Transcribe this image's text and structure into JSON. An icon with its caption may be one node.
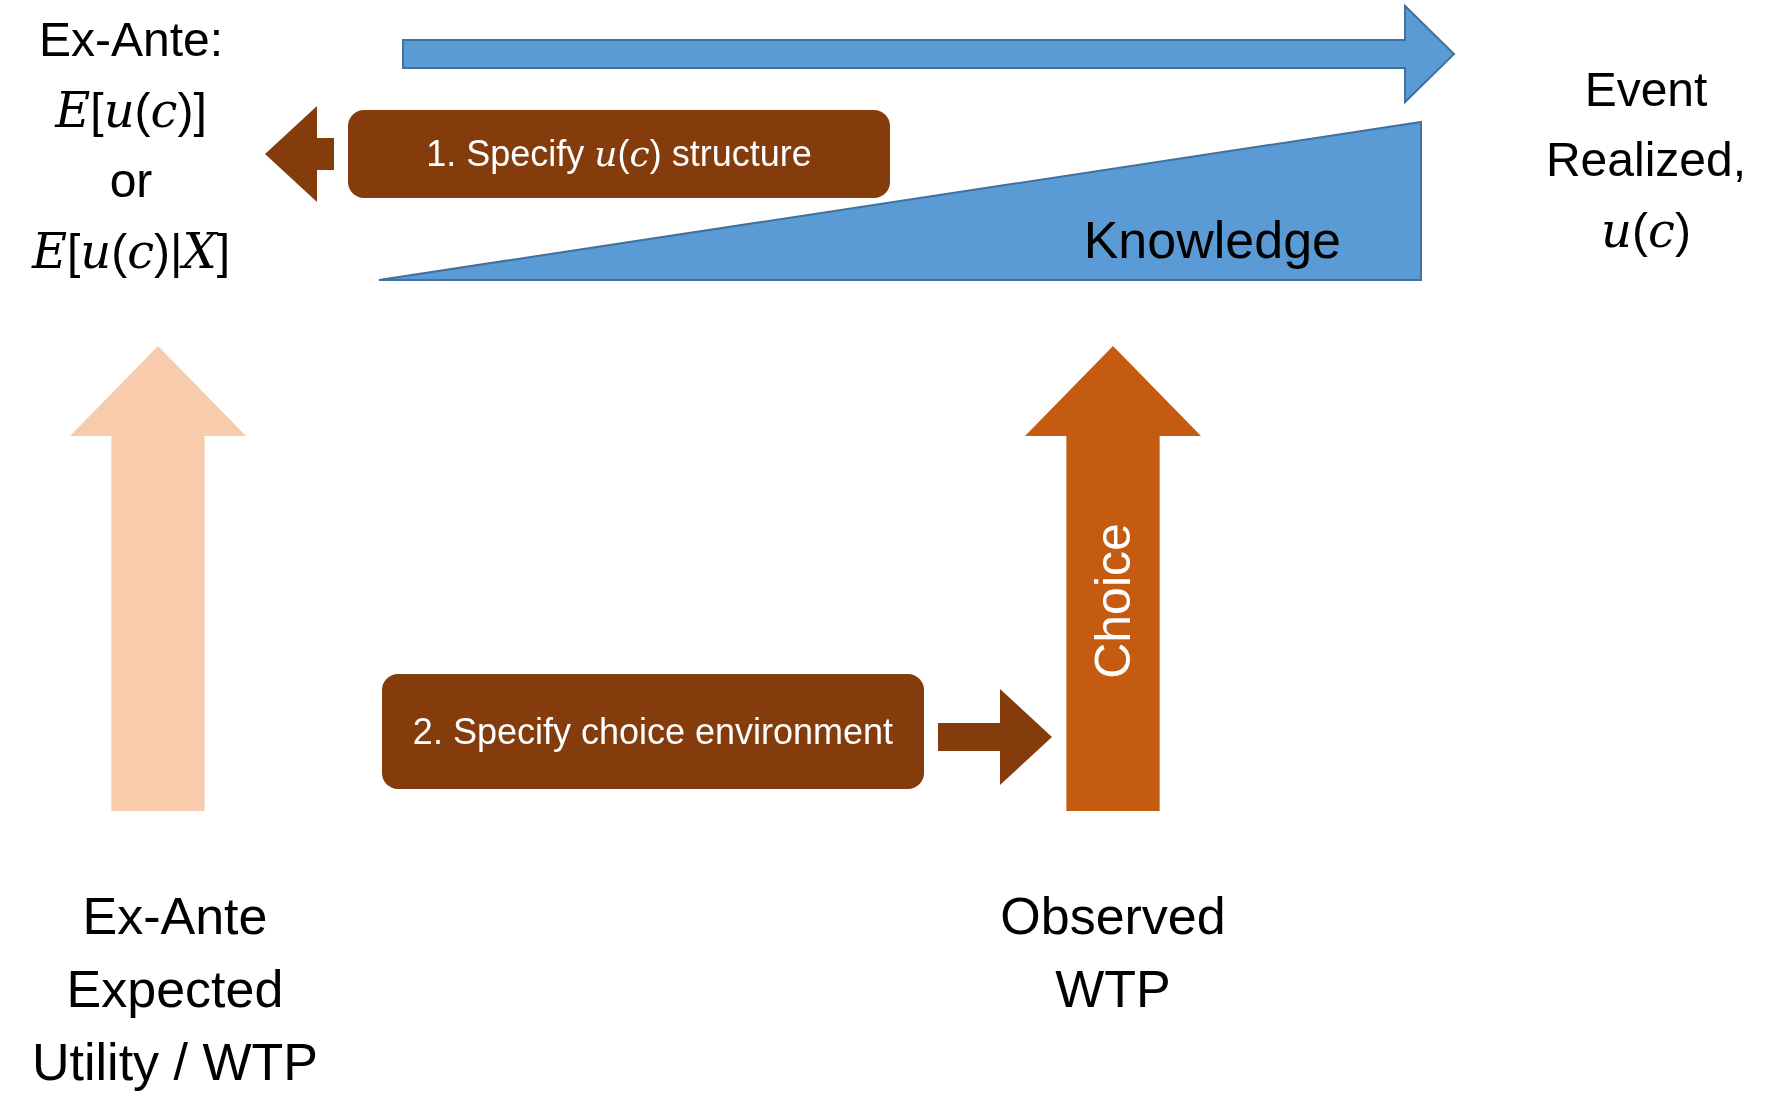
{
  "diagram": {
    "nodes": [
      {
        "text": [
          "Ex-Ante: *E*[*u*(*c*)] or *E*[*u*(*c*)|*X*]"
        ]
      },
      {
        "text": [
          "1. Specify *u*(*c*) structure"
        ]
      },
      {
        "text": [
          "Knowledge"
        ]
      },
      {
        "text": [
          "Event Realized, *u*(*c*)"
        ]
      },
      {
        "text": [],
        "shape": "arrow"
      },
      {
        "text": [
          "Choice"
        ]
      },
      {
        "text": [
          "2. Specify choice environment"
        ]
      }
    ],
    "edges": [
      {
        "from": 1,
        "to": 0,
        "arrow": "to"
      },
      {
        "from": 6,
        "to": 5,
        "arrow": "to"
      }
    ],
    "labels": [
      "Ex-Ante Expected Utility / WTP",
      "Observed WTP"
    ]
  }
}
